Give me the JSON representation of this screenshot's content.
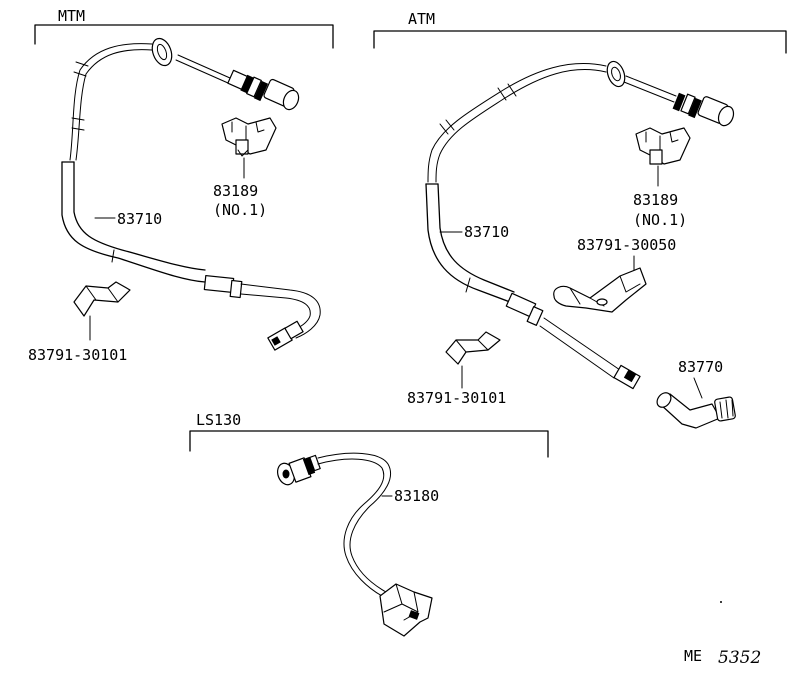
{
  "groups": {
    "mtm": "MTM",
    "atm": "ATM",
    "ls130": "LS130"
  },
  "mtm_parts": {
    "cable": "83710",
    "switch": "83189",
    "switch_note": "(NO.1)",
    "clamp": "83791-30101"
  },
  "atm_parts": {
    "cable": "83710",
    "switch": "83189",
    "switch_note": "(NO.1)",
    "bracket": "83791-30050",
    "clamp": "83791-30101",
    "adapter": "83770"
  },
  "ls130_parts": {
    "harness": "83180"
  },
  "footer": {
    "code_prefix": "ME",
    "code_number": "5352"
  }
}
